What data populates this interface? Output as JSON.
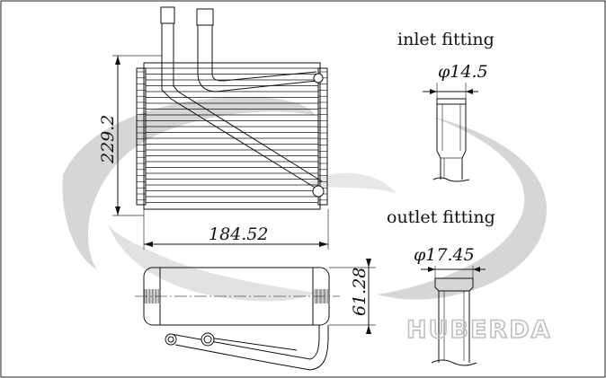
{
  "labels": {
    "inlet": "inlet fitting",
    "outlet": "outlet fitting"
  },
  "dimensions": {
    "height": "229.2",
    "width": "184.52",
    "depth": "61.28",
    "inlet_diameter": "φ14.5",
    "outlet_diameter": "φ17.45"
  },
  "watermark": {
    "text": "HUBERDA"
  }
}
